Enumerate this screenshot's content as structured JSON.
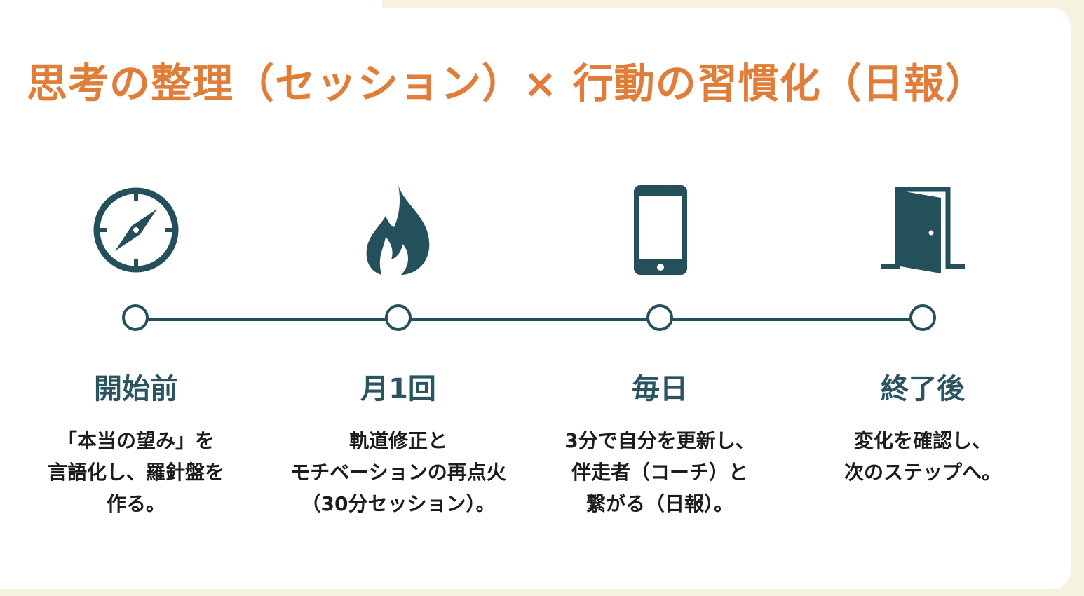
{
  "title": "思考の整理（セッション）× 行動の習慣化（日報）",
  "colors": {
    "accent": "#e07d38",
    "icon": "#24505b",
    "background": "#f6f2e2"
  },
  "steps": [
    {
      "icon": "compass-icon",
      "label": "開始前",
      "desc": [
        "「本当の望み」を",
        "言語化し、羅針盤を",
        "作る。"
      ]
    },
    {
      "icon": "flame-icon",
      "label": "月1回",
      "desc": [
        "軌道修正と",
        "モチベーションの再点火",
        "（30分セッション）。"
      ]
    },
    {
      "icon": "smartphone-icon",
      "label": "毎日",
      "desc": [
        "3分で自分を更新し、",
        "伴走者（コーチ）と",
        "繋がる（日報）。"
      ]
    },
    {
      "icon": "door-icon",
      "label": "終了後",
      "desc": [
        "変化を確認し、",
        "次のステップへ。"
      ]
    }
  ]
}
